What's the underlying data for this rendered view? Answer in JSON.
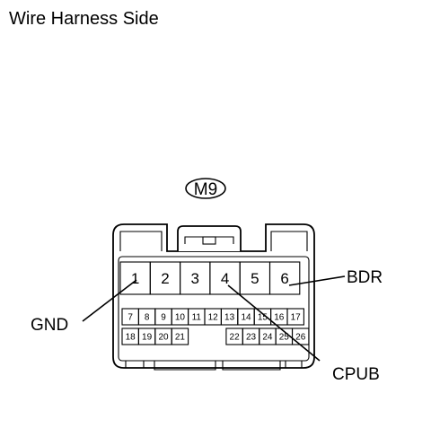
{
  "title": "Wire Harness Side",
  "connector": {
    "id": "M9",
    "top_row": [
      "1",
      "2",
      "3",
      "4",
      "5",
      "6"
    ],
    "middle_row": [
      "7",
      "8",
      "9",
      "10",
      "11",
      "12",
      "13",
      "14",
      "15",
      "16",
      "17"
    ],
    "bottom_row": [
      "18",
      "19",
      "20",
      "21",
      "",
      "22",
      "23",
      "24",
      "25",
      "26"
    ]
  },
  "callouts": {
    "gnd": "GND",
    "bdr": "BDR",
    "cpub": "CPUB"
  }
}
